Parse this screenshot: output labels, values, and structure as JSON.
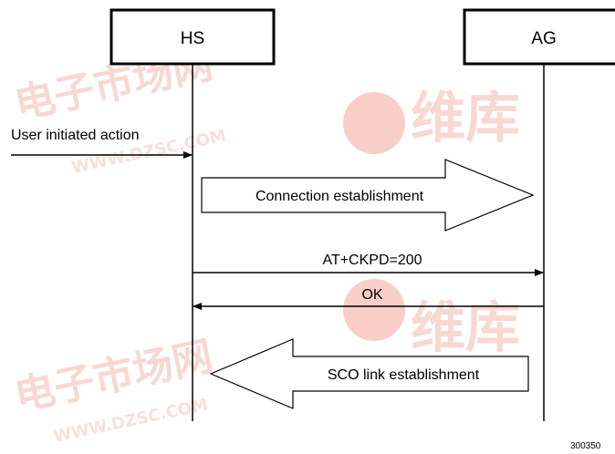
{
  "entities": {
    "left": "HS",
    "right": "AG"
  },
  "messages": {
    "user_action": "User initiated action",
    "connection": "Connection establishment",
    "at_command": "AT+CKPD=200",
    "ok": "OK",
    "sco": "SCO link establishment"
  },
  "figure_id": "300350",
  "watermark": {
    "cn_text": "电子市场网",
    "cn_logo_text": "维库",
    "url_text": "WWW.DZSC.COM",
    "color": "#f2b8b0"
  }
}
